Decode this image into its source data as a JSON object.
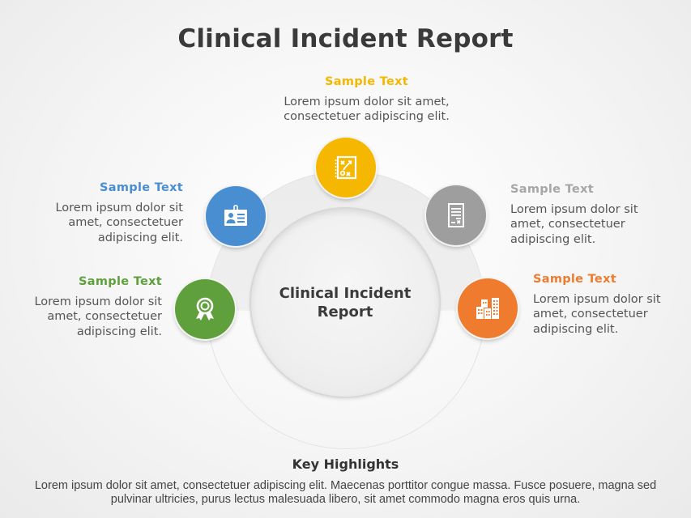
{
  "title": "Clinical Incident Report",
  "center": {
    "line1": "Clinical Incident",
    "line2": "Report"
  },
  "colors": {
    "yellow": "#F5B700",
    "blue": "#4A8ED2",
    "gray": "#9E9E9E",
    "green": "#5FA03C",
    "orange": "#EE7B2E"
  },
  "items": [
    {
      "position": "top",
      "color": "#F5B700",
      "heading": "Sample Text",
      "body": "Lorem ipsum dolor sit amet, consectetuer adipiscing elit.",
      "icon": "strategy-board-icon"
    },
    {
      "position": "upper-left",
      "color": "#4A8ED2",
      "heading": "Sample Text",
      "body": "Lorem ipsum dolor sit amet, consectetuer adipiscing elit.",
      "icon": "id-badge-icon"
    },
    {
      "position": "upper-right",
      "color": "#9E9E9E",
      "heading": "Sample Text",
      "body": "Lorem ipsum dolor sit amet, consectetuer adipiscing elit.",
      "icon": "document-icon"
    },
    {
      "position": "lower-left",
      "color": "#5FA03C",
      "heading": "Sample Text",
      "body": "Lorem ipsum dolor sit amet, consectetuer adipiscing elit.",
      "icon": "award-ribbon-icon"
    },
    {
      "position": "lower-right",
      "color": "#EE7B2E",
      "heading": "Sample Text",
      "body": "Lorem ipsum dolor sit amet, consectetuer adipiscing elit.",
      "icon": "buildings-icon"
    }
  ],
  "highlights": {
    "title": "Key Highlights",
    "text": "Lorem ipsum dolor sit amet, consectetuer adipiscing elit. Maecenas porttitor congue massa. Fusce posuere, magna sed pulvinar ultricies, purus lectus malesuada libero, sit amet commodo magna eros quis urna."
  }
}
